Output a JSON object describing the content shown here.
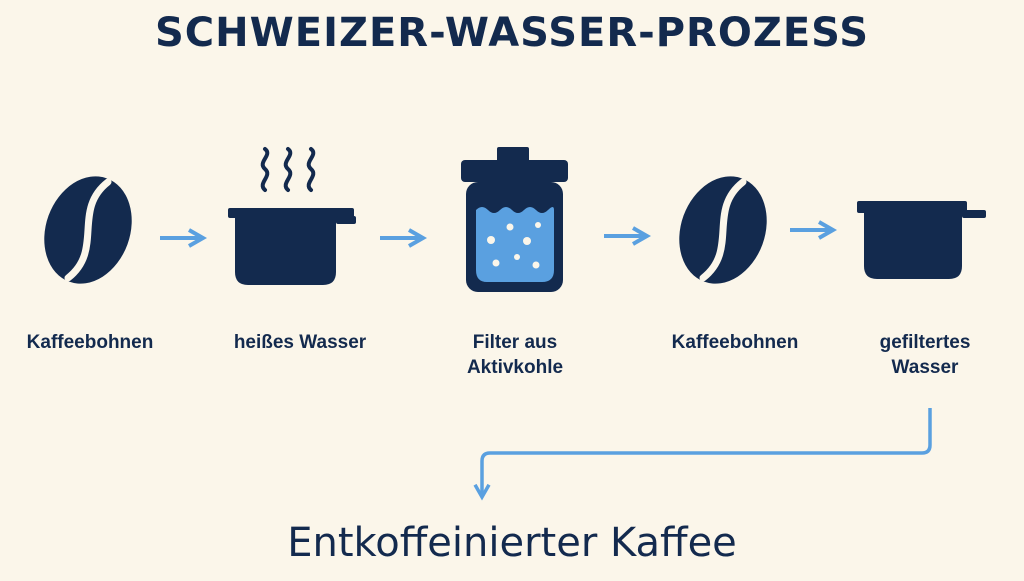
{
  "title": "SCHWEIZER-WASSER-PROZESS",
  "steps": [
    {
      "label": "Kaffeebohnen",
      "icon": "coffee-bean-icon"
    },
    {
      "label": "heißes Wasser",
      "icon": "steaming-pot-icon"
    },
    {
      "label": "Filter aus\nAktivkohle",
      "icon": "activated-carbon-filter-icon"
    },
    {
      "label": "Kaffeebohnen",
      "icon": "coffee-bean-icon"
    },
    {
      "label": "gefiltertes\nWasser",
      "icon": "pot-icon"
    }
  ],
  "result": "Entkoffeinierter Kaffee",
  "colors": {
    "dark": "#132a4e",
    "accent": "#5aa0e0",
    "background": "#fbf6ea"
  }
}
